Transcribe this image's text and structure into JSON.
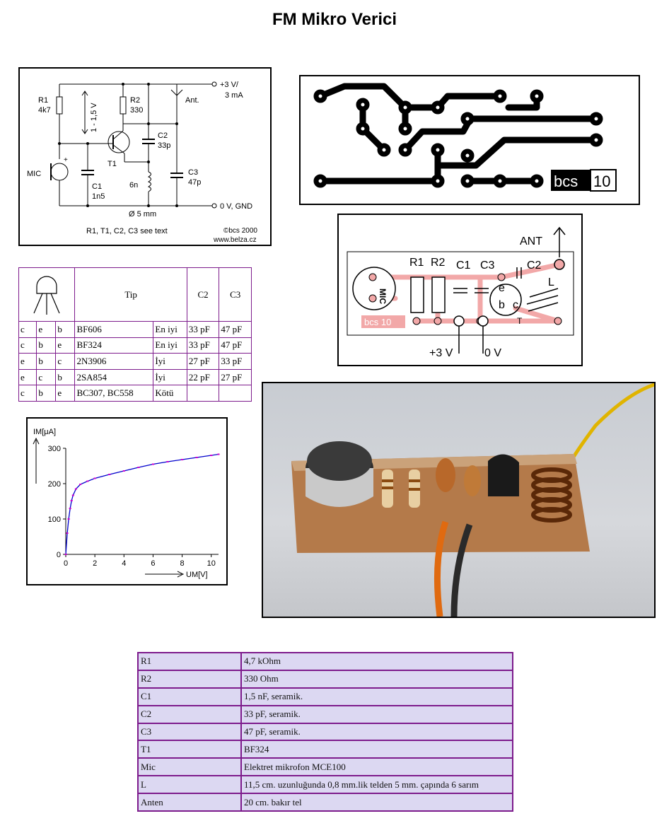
{
  "title": "FM Mikro Verici",
  "schematic": {
    "supply_label": "+3 V/",
    "current_label": "3 mA",
    "ant_label": "Ant.",
    "gnd_label": "0 V, GND",
    "r1_name": "R1",
    "r1_value": "4k7",
    "r2_name": "R2",
    "r2_value": "330",
    "voltage_label": "1 - 1,5 V",
    "c2_name": "C2",
    "c2_value": "33p",
    "c3_name": "C3",
    "c3_value": "47p",
    "t1_name": "T1",
    "coil_label": "6n",
    "c1_name": "C1",
    "c1_value": "1n5",
    "mic_label": "MIC",
    "diameter_label": "Ø 5 mm",
    "note": "R1, T1, C2, C3 see text",
    "copyright": "©bcs 2000",
    "website": "www.belza.cz"
  },
  "pcb": {
    "badge_left": "bcs",
    "badge_right": "10"
  },
  "layout_board": {
    "ant_label": "ANT",
    "plus_label": "+3 V",
    "zero_label": "0 V",
    "labels": [
      "R1",
      "R2",
      "C1",
      "C3",
      "C2",
      "L"
    ],
    "mic_text": "MIC",
    "pins": [
      "e",
      "b",
      "c"
    ],
    "t_label": "T",
    "badge": "bcs 10"
  },
  "type_table": {
    "headers": [
      "Tip",
      "C2",
      "C3"
    ],
    "rows": [
      {
        "pins": [
          "c",
          "e",
          "b"
        ],
        "type": "BF606",
        "rating": "En iyi",
        "c2": "33 pF",
        "c3": "47 pF"
      },
      {
        "pins": [
          "c",
          "b",
          "e"
        ],
        "type": "BF324",
        "rating": "En iyi",
        "c2": "33 pF",
        "c3": "47 pF"
      },
      {
        "pins": [
          "e",
          "b",
          "c"
        ],
        "type": "2N3906",
        "rating": "İyi",
        "c2": "27 pF",
        "c3": "33 pF"
      },
      {
        "pins": [
          "e",
          "c",
          "b"
        ],
        "type": "2SA854",
        "rating": "İyi",
        "c2": "22 pF",
        "c3": "27 pF"
      },
      {
        "pins": [
          "c",
          "b",
          "e"
        ],
        "type": "BC307, BC558",
        "rating": "Kötü",
        "c2": "",
        "c3": ""
      }
    ]
  },
  "chart_data": {
    "type": "line",
    "ylabel": "IM[μA]",
    "xlabel": "UM[V]",
    "xlim": [
      0,
      10.5
    ],
    "ylim": [
      0,
      300
    ],
    "xticks": [
      0,
      2,
      4,
      6,
      8,
      10
    ],
    "yticks": [
      0,
      100,
      200,
      300
    ],
    "series": [
      {
        "x": [
          0,
          0.1,
          0.2,
          0.3,
          0.4,
          0.5,
          0.7,
          1.0,
          1.5,
          2.0,
          3.0,
          4.0,
          5.0,
          6.0,
          7.0,
          8.0,
          9.0,
          10.0,
          10.5
        ],
        "y": [
          0,
          60,
          100,
          130,
          152,
          167,
          185,
          198,
          207,
          215,
          226,
          236,
          246,
          255,
          262,
          268,
          274,
          280,
          283
        ],
        "color": "#0000cc"
      }
    ]
  },
  "photo": {
    "description_icon": "photo-icon"
  },
  "parts_table": {
    "rows": [
      {
        "part": "R1",
        "value": "4,7 kOhm"
      },
      {
        "part": "R2",
        "value": "330 Ohm"
      },
      {
        "part": "C1",
        "value": "1,5 nF, seramik."
      },
      {
        "part": "C2",
        "value": "33 pF, seramik."
      },
      {
        "part": "C3",
        "value": "47 pF, seramik."
      },
      {
        "part": "T1",
        "value": "BF324"
      },
      {
        "part": "Mic",
        "value": "Elektret mikrofon MCE100"
      },
      {
        "part": "L",
        "value": "11,5 cm. uzunluğunda 0,8 mm.lik telden 5 mm. çapında 6 sarım"
      },
      {
        "part": "Anten",
        "value": "20 cm. bakır tel"
      }
    ]
  }
}
